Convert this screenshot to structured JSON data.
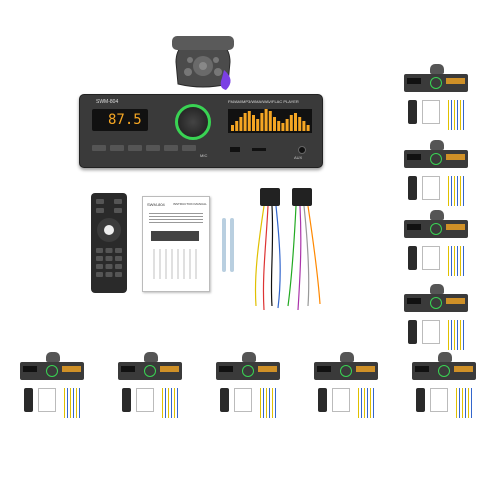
{
  "product": {
    "model_label": "SWM-804",
    "feature_strip": "FM/AM/MP3/WMA/WAV/FLAC PLAYER",
    "display_text": "87.5",
    "display_band": "",
    "display_unit": "",
    "mic_label": "MIC",
    "aux_label": "AUX",
    "colors": {
      "panel": "#3a3a3a",
      "display_bg": "#111111",
      "display_text": "#f5a623",
      "knob_ring": "#39d353",
      "remote_accent": "#7b3fe4"
    }
  },
  "manual": {
    "model_label": "SWM-804",
    "title": "INSTRUCTION MANUAL"
  },
  "thumbnails_count": 9
}
